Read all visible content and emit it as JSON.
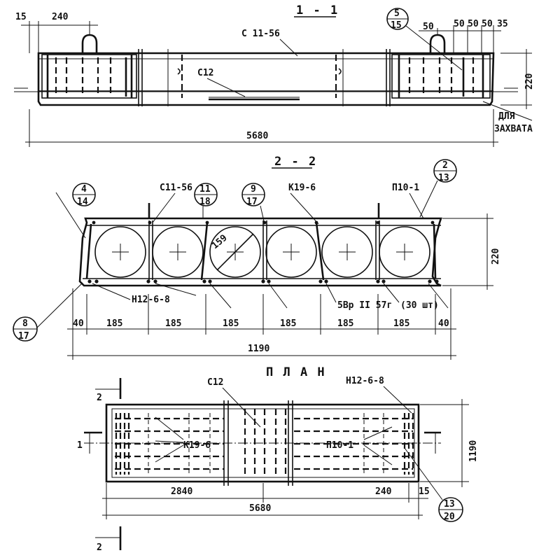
{
  "section_1": {
    "title": "1 - 1",
    "mesh_c11": "С 11-56",
    "mesh_c12": "С12",
    "dim_15": "15",
    "dim_240": "240",
    "dim_50a": "50",
    "dim_50b": "50",
    "dim_50c": "50",
    "dim_50d": "50",
    "dim_35": "35",
    "dim_220": "220",
    "dim_5680": "5680",
    "grip_note_1": "ДЛЯ",
    "grip_note_2": "ЗАХВАТА",
    "callout_top": "5",
    "callout_bottom": "15"
  },
  "section_2": {
    "title": "2 - 2",
    "mesh_c11": "С11-56",
    "frame_k19": "К19-6",
    "mesh_p10": "П10-1",
    "mesh_h12": "Н12-6-8",
    "wire_spec": "5Вр II 57г",
    "wire_count": "(30 шт)",
    "hole_dia": "159",
    "dim_220": "220",
    "dim_40_left": "40",
    "dim_40_right": "40",
    "spacings": [
      "185",
      "185",
      "185",
      "185",
      "185",
      "185"
    ],
    "dim_1190": "1190",
    "callouts": [
      {
        "top": "4",
        "bottom": "14"
      },
      {
        "top": "11",
        "bottom": "18"
      },
      {
        "top": "9",
        "bottom": "17"
      },
      {
        "top": "2",
        "bottom": "13"
      },
      {
        "top": "8",
        "bottom": "17"
      }
    ]
  },
  "plan": {
    "title": "П Л А Н",
    "mesh_c12": "С12",
    "mesh_h12": "Н12-6-8",
    "frame_k19": "К19-6",
    "mesh_p10": "П10-1",
    "cut_1": "1",
    "cut_2_top": "2",
    "cut_2_bottom": "2",
    "dim_2840": "2840",
    "dim_240": "240",
    "dim_15": "15",
    "dim_5680": "5680",
    "dim_1190": "1190",
    "callout_top": "13",
    "callout_bottom": "20"
  }
}
